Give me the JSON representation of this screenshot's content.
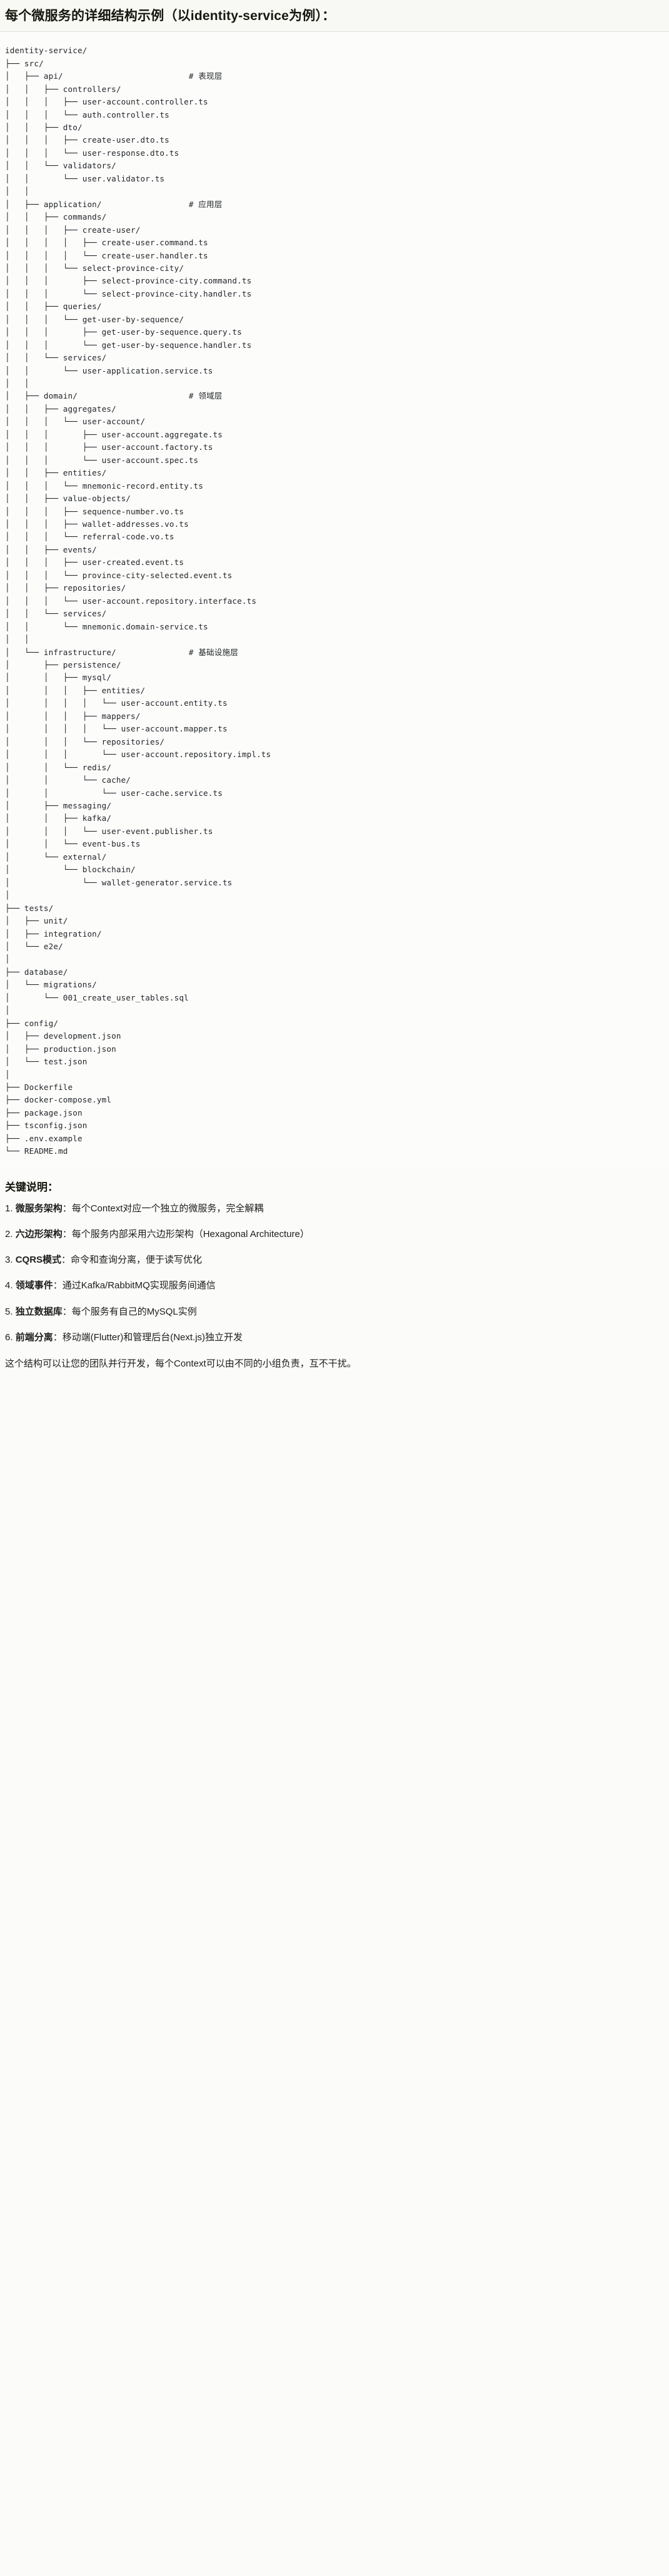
{
  "header": {
    "title": "每个微服务的详细结构示例（以identity-service为例）："
  },
  "tree": {
    "root": "identity-service/",
    "text": "identity-service/\n├── src/\n│   ├── api/                          # 表现层\n│   │   ├── controllers/\n│   │   │   ├── user-account.controller.ts\n│   │   │   └── auth.controller.ts\n│   │   ├── dto/\n│   │   │   ├── create-user.dto.ts\n│   │   │   └── user-response.dto.ts\n│   │   └── validators/\n│   │       └── user.validator.ts\n│   │\n│   ├── application/                  # 应用层\n│   │   ├── commands/\n│   │   │   ├── create-user/\n│   │   │   │   ├── create-user.command.ts\n│   │   │   │   └── create-user.handler.ts\n│   │   │   └── select-province-city/\n│   │   │       ├── select-province-city.command.ts\n│   │   │       └── select-province-city.handler.ts\n│   │   ├── queries/\n│   │   │   └── get-user-by-sequence/\n│   │   │       ├── get-user-by-sequence.query.ts\n│   │   │       └── get-user-by-sequence.handler.ts\n│   │   └── services/\n│   │       └── user-application.service.ts\n│   │\n│   ├── domain/                       # 领域层\n│   │   ├── aggregates/\n│   │   │   └── user-account/\n│   │   │       ├── user-account.aggregate.ts\n│   │   │       ├── user-account.factory.ts\n│   │   │       └── user-account.spec.ts\n│   │   ├── entities/\n│   │   │   └── mnemonic-record.entity.ts\n│   │   ├── value-objects/\n│   │   │   ├── sequence-number.vo.ts\n│   │   │   ├── wallet-addresses.vo.ts\n│   │   │   └── referral-code.vo.ts\n│   │   ├── events/\n│   │   │   ├── user-created.event.ts\n│   │   │   └── province-city-selected.event.ts\n│   │   ├── repositories/\n│   │   │   └── user-account.repository.interface.ts\n│   │   └── services/\n│   │       └── mnemonic.domain-service.ts\n│   │\n│   └── infrastructure/               # 基础设施层\n│       ├── persistence/\n│       │   ├── mysql/\n│       │   │   ├── entities/\n│       │   │   │   └── user-account.entity.ts\n│       │   │   ├── mappers/\n│       │   │   │   └── user-account.mapper.ts\n│       │   │   └── repositories/\n│       │   │       └── user-account.repository.impl.ts\n│       │   └── redis/\n│       │       └── cache/\n│       │           └── user-cache.service.ts\n│       ├── messaging/\n│       │   ├── kafka/\n│       │   │   └── user-event.publisher.ts\n│       │   └── event-bus.ts\n│       └── external/\n│           └── blockchain/\n│               └── wallet-generator.service.ts\n│\n├── tests/\n│   ├── unit/\n│   ├── integration/\n│   └── e2e/\n│\n├── database/\n│   └── migrations/\n│       └── 001_create_user_tables.sql\n│\n├── config/\n│   ├── development.json\n│   ├── production.json\n│   └── test.json\n│\n├── Dockerfile\n├── docker-compose.yml\n├── package.json\n├── tsconfig.json\n├── .env.example\n└── README.md",
    "layer_comments": [
      "# 表现层",
      "# 应用层",
      "# 领域层",
      "# 基础设施层"
    ]
  },
  "notes": {
    "heading": "关键说明：",
    "items": [
      {
        "bold": "微服务架构",
        "rest": "：每个Context对应一个独立的微服务，完全解耦"
      },
      {
        "bold": "六边形架构",
        "rest": "：每个服务内部采用六边形架构（Hexagonal Architecture）"
      },
      {
        "bold": "CQRS模式",
        "rest": "：命令和查询分离，便于读写优化"
      },
      {
        "bold": "领域事件",
        "rest": "：通过Kafka/RabbitMQ实现服务间通信"
      },
      {
        "bold": "独立数据库",
        "rest": "：每个服务有自己的MySQL实例"
      },
      {
        "bold": "前端分离",
        "rest": "：移动端(Flutter)和管理后台(Next.js)独立开发"
      }
    ],
    "closing": "这个结构可以让您的团队并行开发，每个Context可以由不同的小组负责，互不干扰。"
  }
}
